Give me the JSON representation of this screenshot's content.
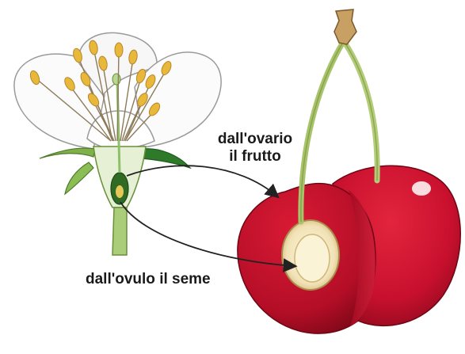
{
  "labels": {
    "ovario_line1": "dall'ovario",
    "ovario_line2": "il frutto",
    "ovulo": "dall'ovulo il seme"
  },
  "colors": {
    "cherry_red": "#c8102e",
    "cherry_dark": "#8e0a1c",
    "petal": "#fbfbfb",
    "stem": "#9cc46a",
    "anther": "#e8b83a",
    "pit": "#f1e2b6"
  }
}
